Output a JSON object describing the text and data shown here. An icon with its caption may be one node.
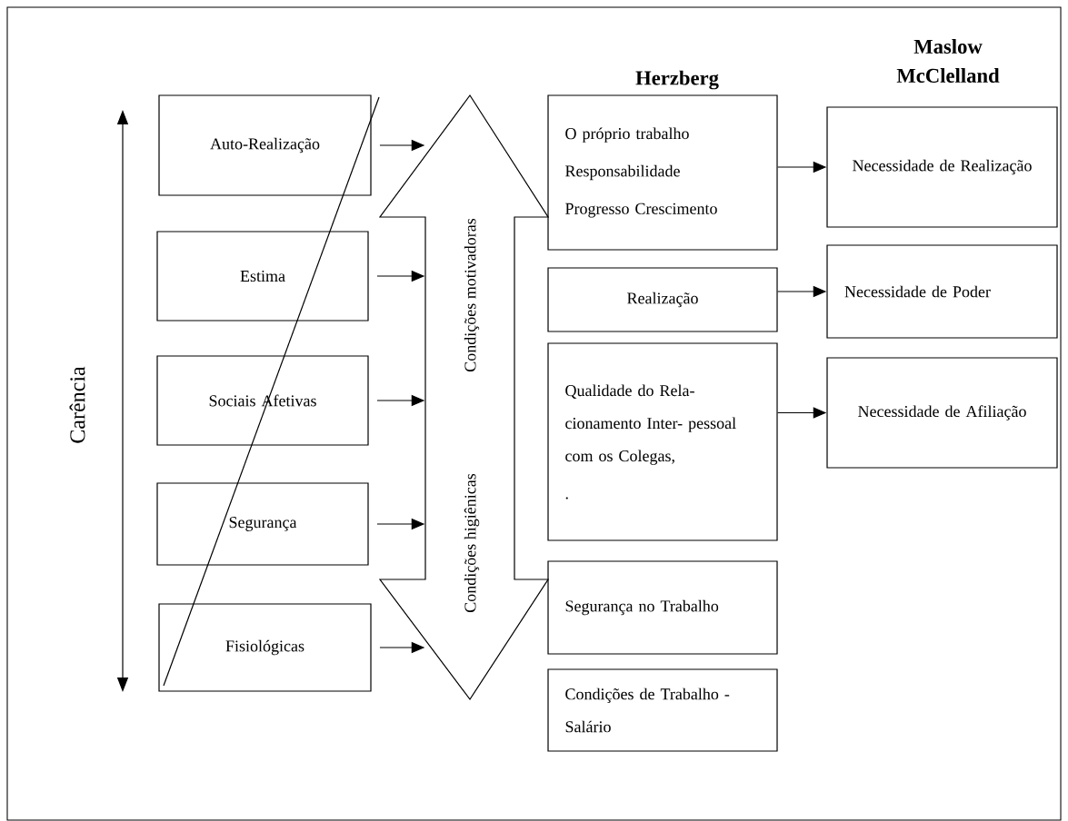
{
  "diagram": {
    "nodes": [
      {
        "text": [
          "Auto-Realização"
        ]
      },
      {
        "text": [
          "Estima"
        ]
      },
      {
        "text": [
          "Sociais Afetivas"
        ]
      },
      {
        "text": [
          "Segurança"
        ]
      },
      {
        "text": [
          "Fisiológicas"
        ]
      },
      {
        "text": [
          "Condições motivadoras",
          "Condições higiênicas"
        ]
      },
      {
        "text": [
          "O próprio trabalho",
          "Responsabilidade",
          "Progresso Crescimento"
        ]
      },
      {
        "text": [
          "Realização"
        ]
      },
      {
        "text": [
          "Qualidade do Rela- cionamento Inter- pessoal com os Colegas,",
          "."
        ]
      },
      {
        "text": [
          "Segurança no Trabalho"
        ]
      },
      {
        "text": [
          "Condições de Trabalho - Salário"
        ]
      },
      {
        "text": [
          "Necessidade de Realização"
        ]
      },
      {
        "text": [
          "Necessidade de Poder"
        ]
      },
      {
        "text": [
          "Necessidade de Afiliação"
        ]
      }
    ],
    "edges": [
      {
        "from": 0,
        "to": 5,
        "arrow": "to"
      },
      {
        "from": 1,
        "to": 5,
        "arrow": "to"
      },
      {
        "from": 2,
        "to": 5,
        "arrow": "to"
      },
      {
        "from": 3,
        "to": 5,
        "arrow": "to"
      },
      {
        "from": 4,
        "to": 5,
        "arrow": "to"
      },
      {
        "from": 6,
        "to": 11,
        "arrow": "to"
      },
      {
        "from": 7,
        "to": 12,
        "arrow": "to"
      },
      {
        "from": 8,
        "to": 13,
        "arrow": "to"
      }
    ],
    "labels": [
      "Herzberg",
      "Maslow McClelland",
      "Carência"
    ]
  }
}
